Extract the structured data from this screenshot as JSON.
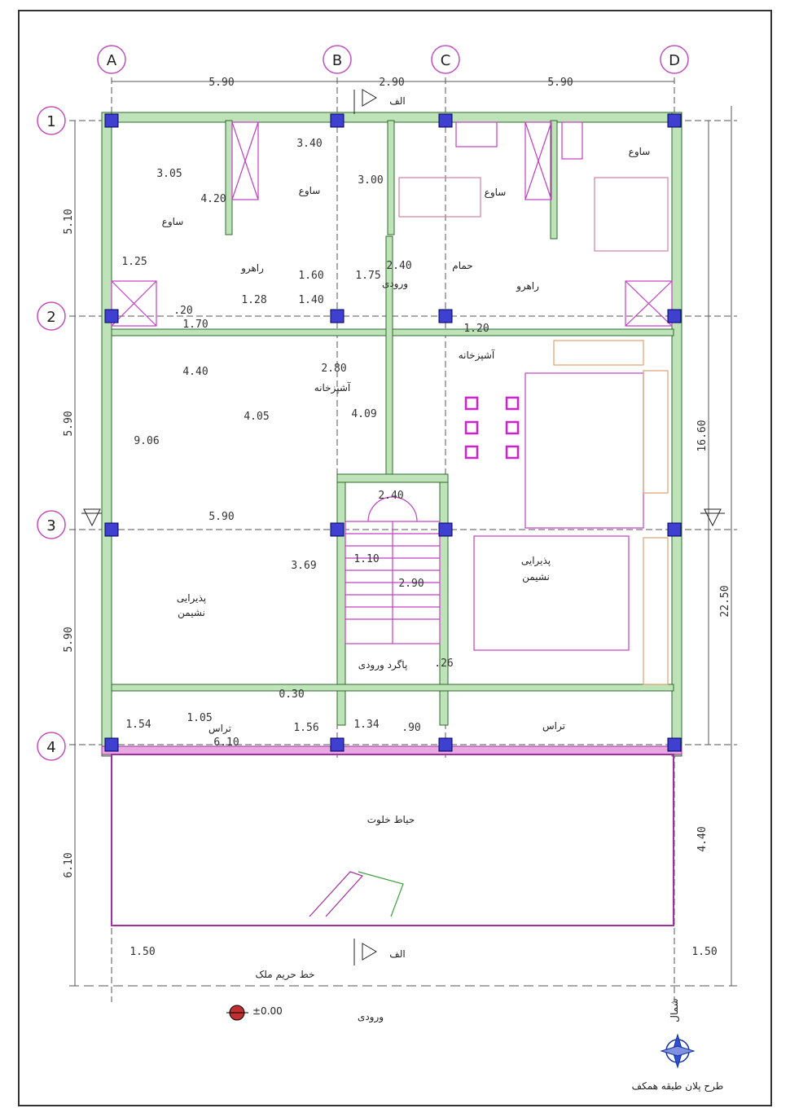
{
  "axes": {
    "columns": [
      "A",
      "B",
      "C",
      "D"
    ],
    "rows": [
      "1",
      "2",
      "3",
      "4"
    ]
  },
  "dims": {
    "top": [
      "5.90",
      "2.90",
      "5.90"
    ],
    "left": [
      "5.10",
      "5.90",
      "5.90",
      "6.10"
    ],
    "right": [
      "16.60",
      "22.50",
      "4.40"
    ],
    "bottom_left": "1.50",
    "bottom_right": "1.50",
    "inner": {
      "d340": "3.40",
      "d300": "3.00",
      "d305": "3.05",
      "d420": "4.20",
      "d125": "1.25",
      "d160": "1.60",
      "d175": "1.75",
      "d240a": "2.40",
      "d128": "1.28",
      "d140": "1.40",
      "d120a": ".20",
      "d170": "1.70",
      "d120": "1.20",
      "d440": "4.40",
      "d280": "2.80",
      "d405": "4.05",
      "d409": "4.09",
      "d906": "9.06",
      "d590m": "5.90",
      "d240b": "2.40",
      "d369": "3.69",
      "d110": "1.10",
      "d290": "2.90",
      "d026": ".26",
      "d030": "0.30",
      "d154": "1.54",
      "d105": "1.05",
      "d610": "6.10",
      "d156": "1.56",
      "d134": "1.34",
      "d090": ".90"
    }
  },
  "labels": {
    "bed1": "ساوع",
    "bed2": "ساوع",
    "bed3": "ساوع",
    "bed4": "ساوع",
    "corridor": "راهرو",
    "corridor_b": "راهرو",
    "wc": "حمام",
    "entry_hall": "ورودی",
    "kitchen": "آشپزخانه",
    "kitchen2": "آشپزخانه",
    "living_l1": "پذیرایی",
    "living_l2": "نشیمن",
    "living_r1": "پذیرایی",
    "living_r2": "نشیمن",
    "stair_land": "پاگرد ورودی",
    "balcony_l": "تراس",
    "balcony_r": "تراس",
    "yard": "حیاط خلوت",
    "section": "الف",
    "yard_note": "خط حریم ملک",
    "elevation": "±0.00",
    "stair_up": "ورودی",
    "north": "شمال",
    "title": "طرح پلان طبقه همکف"
  }
}
